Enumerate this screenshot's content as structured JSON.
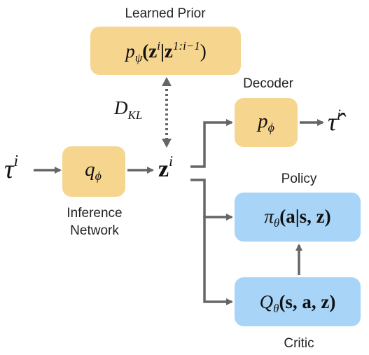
{
  "colors": {
    "prior_box": "#f6d58f",
    "decoder_box": "#f6d58f",
    "inference_box": "#f6d58f",
    "policy_box": "#a8d4f7",
    "critic_box": "#a8d4f7",
    "arrow": "#666666",
    "dotted_arrow": "#666666"
  },
  "labels": {
    "learned_prior": "Learned Prior",
    "decoder": "Decoder",
    "policy": "Policy",
    "inference_line1": "Inference",
    "inference_line2": "Network",
    "critic": "Critic"
  },
  "math": {
    "prior": {
      "p": "p",
      "psi": "ψ",
      "rest": "(z",
      "sup_i": "i",
      "bar": "|z",
      "sup_range": "1:i−1",
      "close": ")"
    },
    "kl": {
      "D": "D",
      "sub": "KL"
    },
    "decoder": {
      "p": "p",
      "phi": "ϕ"
    },
    "inference": {
      "q": "q",
      "phi": "ϕ"
    },
    "tau_in": {
      "base": "τ",
      "sup": "i"
    },
    "tau_hat": {
      "base": "τ̂",
      "sup": "i"
    },
    "z": {
      "base": "z",
      "sup": "i"
    },
    "policy": {
      "pi": "π",
      "theta": "θ",
      "args": "(a|s, z)"
    },
    "critic": {
      "Q": "Q",
      "theta": "θ",
      "args": "(s, a, z)"
    }
  }
}
